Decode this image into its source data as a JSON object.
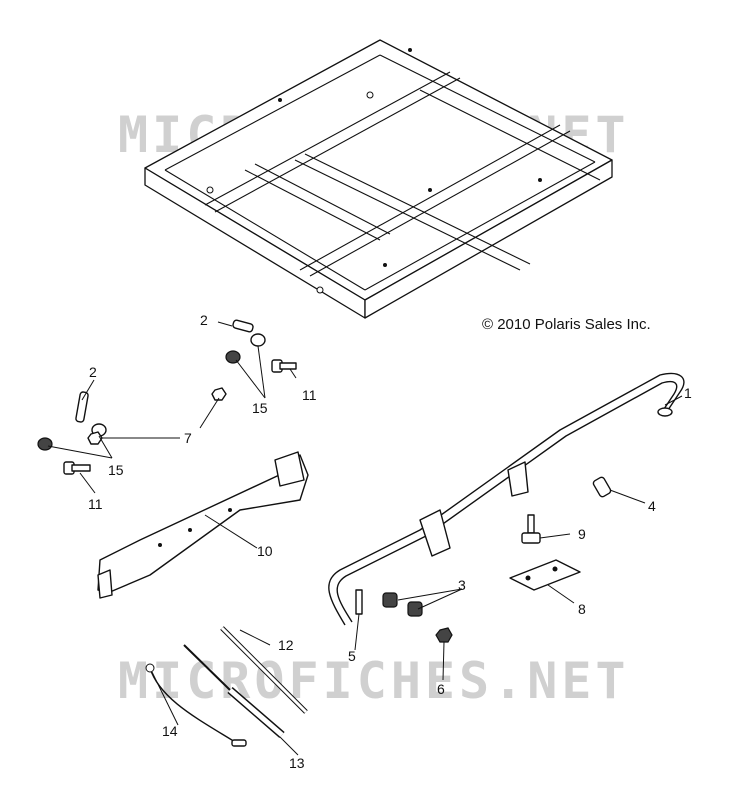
{
  "watermark": {
    "top": "MICROFICHES.NET",
    "bottom": "MICROFICHES.NET"
  },
  "copyright": "© 2010 Polaris Sales Inc.",
  "callouts": {
    "c1": "1",
    "c2a": "2",
    "c2b": "2",
    "c3": "3",
    "c4": "4",
    "c5": "5",
    "c6": "6",
    "c7": "7",
    "c8": "8",
    "c9": "9",
    "c10": "10",
    "c11a": "11",
    "c11b": "11",
    "c12": "12",
    "c13": "13",
    "c14": "14",
    "c15a": "15",
    "c15b": "15"
  }
}
